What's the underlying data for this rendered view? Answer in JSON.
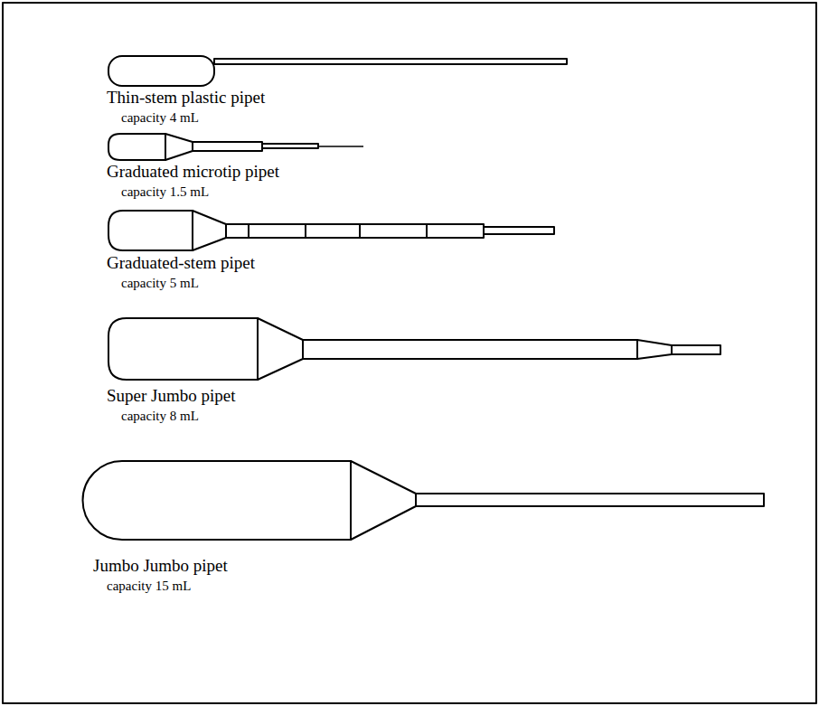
{
  "diagram": {
    "labels": [
      "Thin-stem plastic pipet",
      "capacity 4 mL",
      "Graduated microtip pipet",
      "capacity 1.5 mL",
      "Graduated-stem pipet",
      "capacity 5 mL",
      "Super Jumbo pipet",
      "capacity 8 mL",
      "Jumbo Jumbo pipet",
      "capacity 15 mL"
    ]
  }
}
